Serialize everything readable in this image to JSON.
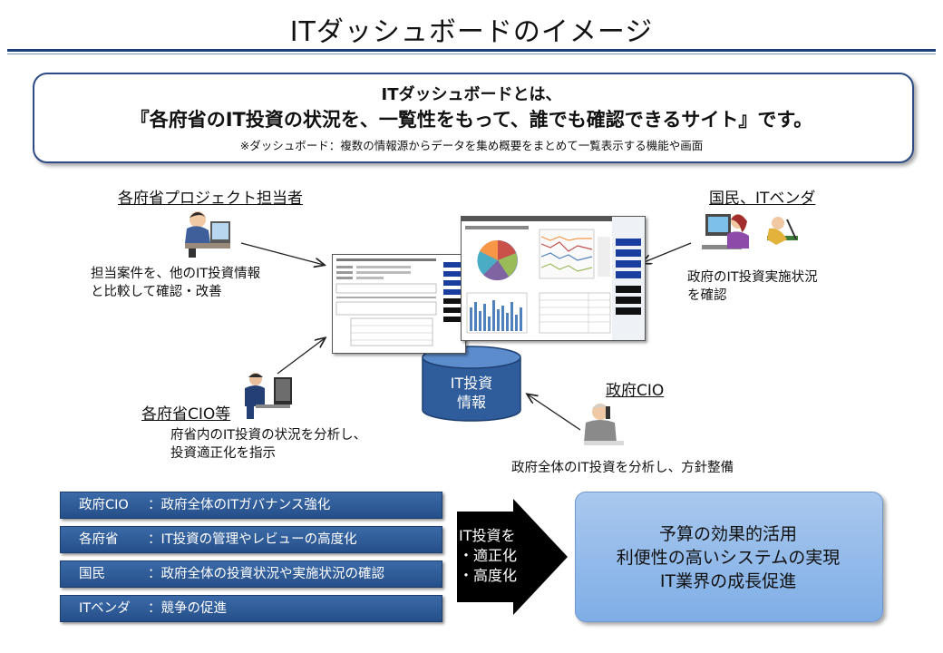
{
  "title": "ITダッシュボードのイメージ",
  "definition": {
    "line1": "ITダッシュボードとは、",
    "line2": "『各府省のIT投資の状況を、一覧性をもって、誰でも確認できるサイト』です。",
    "note": "※ダッシュボード：複数の情報源からデータを集め概要をまとめて一覧表示する機能や画面"
  },
  "actors": {
    "project": {
      "label": "各府省プロジェクト担当者",
      "desc1": "担当案件を、他のIT投資情報",
      "desc2": "と比較して確認・改善"
    },
    "citizens": {
      "label": "国民、ITベンダ",
      "desc1": "政府のIT投資実施状況",
      "desc2": "を確認"
    },
    "cio": {
      "label": "各府省CIO等",
      "desc1": "府省内のIT投資の状況を分析し、",
      "desc2": "投資適正化を指示"
    },
    "gov_cio": {
      "label": "政府CIO",
      "desc1": "政府全体のIT投資を分析し、方針整備"
    }
  },
  "database": {
    "line1": "IT投資",
    "line2": "情報"
  },
  "roles": [
    {
      "name": "政府CIO",
      "text": "：政府全体のITガバナンス強化"
    },
    {
      "name": "各府省",
      "text": "：IT投資の管理やレビューの高度化"
    },
    {
      "name": "国民",
      "text": "：政府全体の投資状況や実施状況の確認"
    },
    {
      "name": "ITベンダ",
      "text": "：競争の促進"
    }
  ],
  "arrow": {
    "line1": "IT投資を",
    "line2": "・適正化",
    "line3": "・高度化"
  },
  "results": [
    "予算の効果的活用",
    "利便性の高いシステムの実現",
    "IT業界の成長促進"
  ],
  "colors": {
    "accent": "#2e4b86",
    "bar": "#2c5a96",
    "db": "#2f5d9c",
    "result": "#8fb8ea"
  }
}
